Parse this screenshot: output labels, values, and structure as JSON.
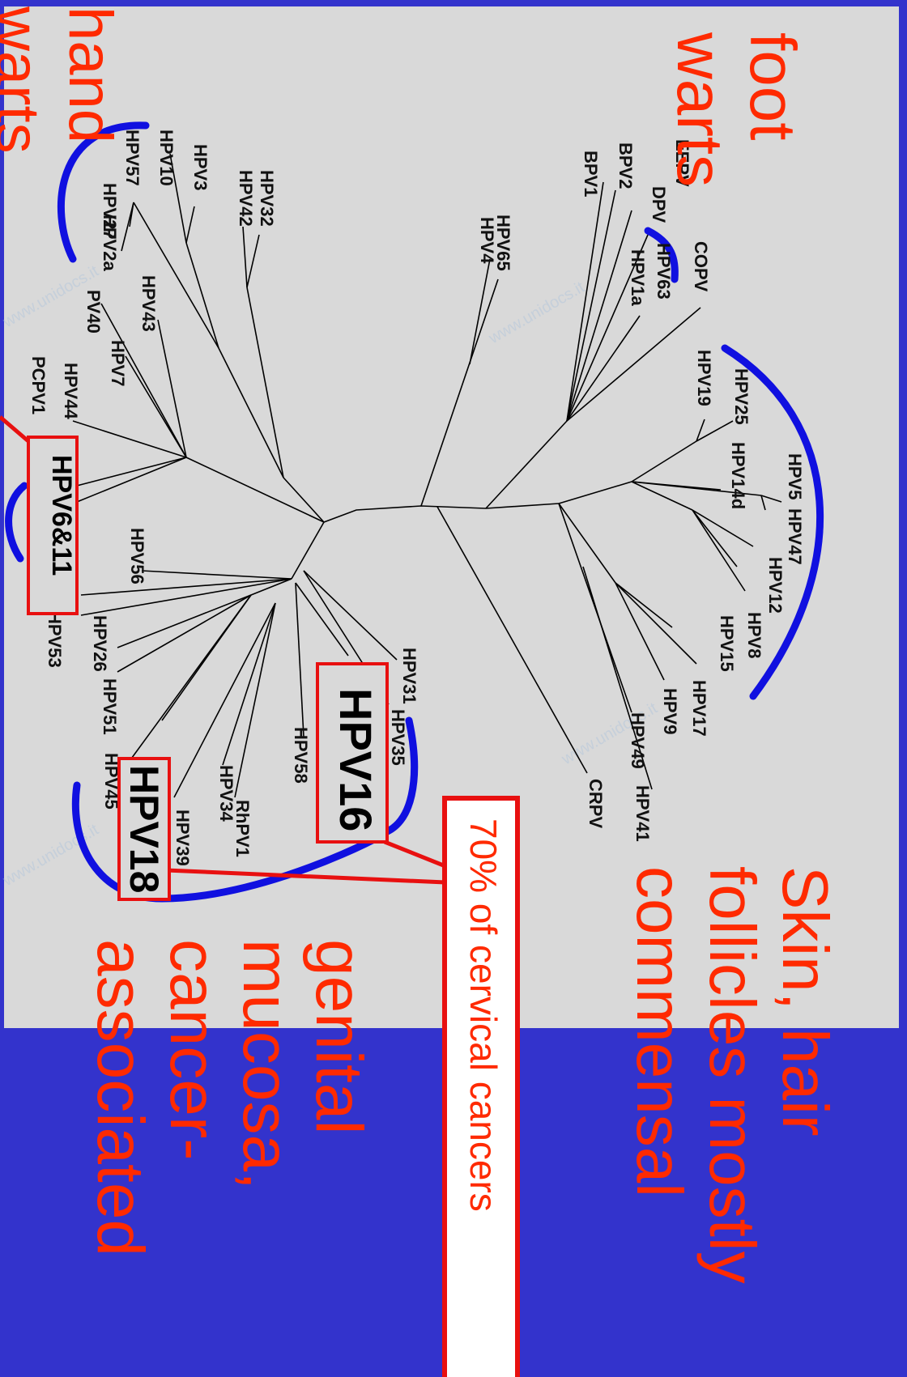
{
  "annotations": {
    "foot_warts": [
      "foot",
      "warts"
    ],
    "hand_warts": [
      "hand",
      "warts"
    ],
    "skin": [
      "Skin, hair",
      "follicles mostly",
      "commensal"
    ],
    "genital": [
      "genital",
      "mucosa,",
      "cancer-",
      "associated"
    ],
    "cervical": "70% of cervical cancers"
  },
  "highlights": {
    "hpv16": "HPV16",
    "hpv18": "HPV18",
    "hpv6_11": "HPV6&11"
  },
  "tree_labels": [
    "EEPV",
    "BPV2",
    "BPV1",
    "DPV",
    "HPV63",
    "HPV1a",
    "COPV",
    "HPV65",
    "HPV4",
    "HPV25",
    "HPV19",
    "HPV5",
    "HPV47",
    "HPV14d",
    "HPV12",
    "HPV8",
    "HPV15",
    "HPV17",
    "HPV9",
    "HPV49",
    "HPV41",
    "CRPV",
    "HPV10",
    "HPV57",
    "HPV3",
    "HPV27",
    "HPV2a",
    "HPV32",
    "HPV42",
    "HPV43",
    "PV40",
    "HPV7",
    "HPV44",
    "PCPV1",
    "HPV56",
    "HPV53",
    "HPV26",
    "HPV51",
    "HPV45",
    "HPV39",
    "HPV34",
    "RhPV1",
    "HPV58",
    "HPV35",
    "HPV31"
  ],
  "watermark": "www.unidocs.it",
  "colors": {
    "background": "#3333cc",
    "panel": "#d9d9d9",
    "accent_red": "#ff2a00",
    "box_red": "#e81010",
    "arc_blue": "#1010e0"
  }
}
